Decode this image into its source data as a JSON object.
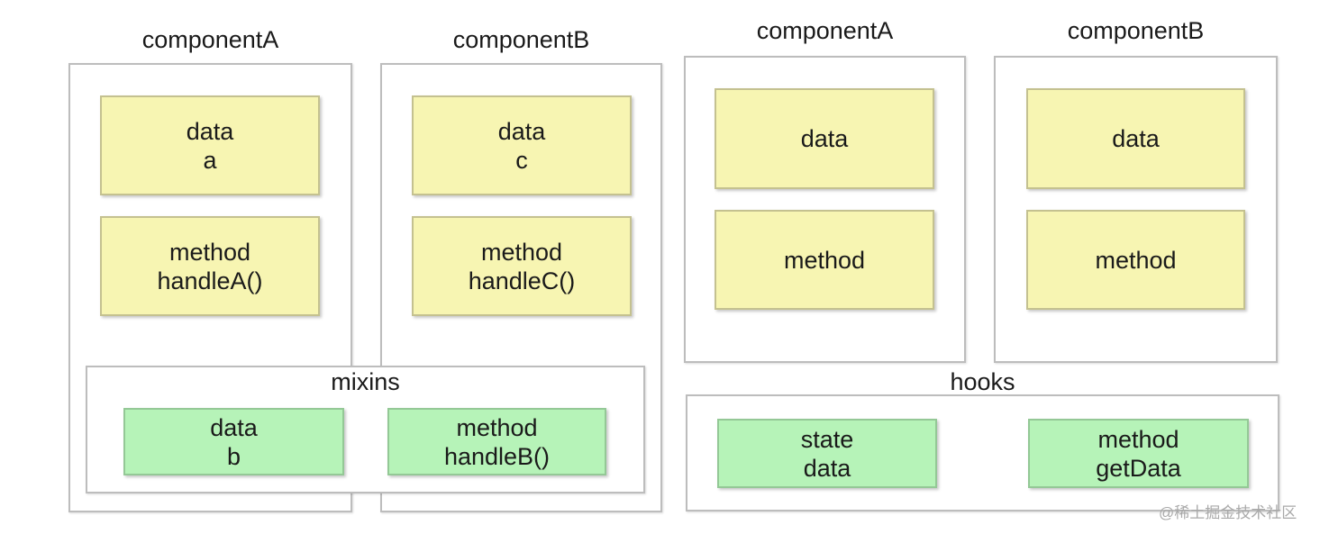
{
  "left_diagram": {
    "component_a": {
      "title": "componentA",
      "data_box": {
        "line1": "data",
        "line2": "a"
      },
      "method_box": {
        "line1": "method",
        "line2": "handleA()"
      }
    },
    "component_b": {
      "title": "componentB",
      "data_box": {
        "line1": "data",
        "line2": "c"
      },
      "method_box": {
        "line1": "method",
        "line2": "handleC()"
      }
    },
    "mixins": {
      "title": "mixins",
      "data_box": {
        "line1": "data",
        "line2": "b"
      },
      "method_box": {
        "line1": "method",
        "line2": "handleB()"
      }
    }
  },
  "right_diagram": {
    "component_a": {
      "title": "componentA",
      "data_box": {
        "line1": "data"
      },
      "method_box": {
        "line1": "method"
      }
    },
    "component_b": {
      "title": "componentB",
      "data_box": {
        "line1": "data"
      },
      "method_box": {
        "line1": "method"
      }
    },
    "hooks": {
      "title": "hooks",
      "state_box": {
        "line1": "state",
        "line2": "data"
      },
      "method_box": {
        "line1": "method",
        "line2": "getData"
      }
    }
  },
  "colors": {
    "yellow_box": "#f7f5b2",
    "green_box": "#b6f3b8",
    "frame_border": "#bdbdbd"
  },
  "watermark": "@稀土掘金技术社区"
}
